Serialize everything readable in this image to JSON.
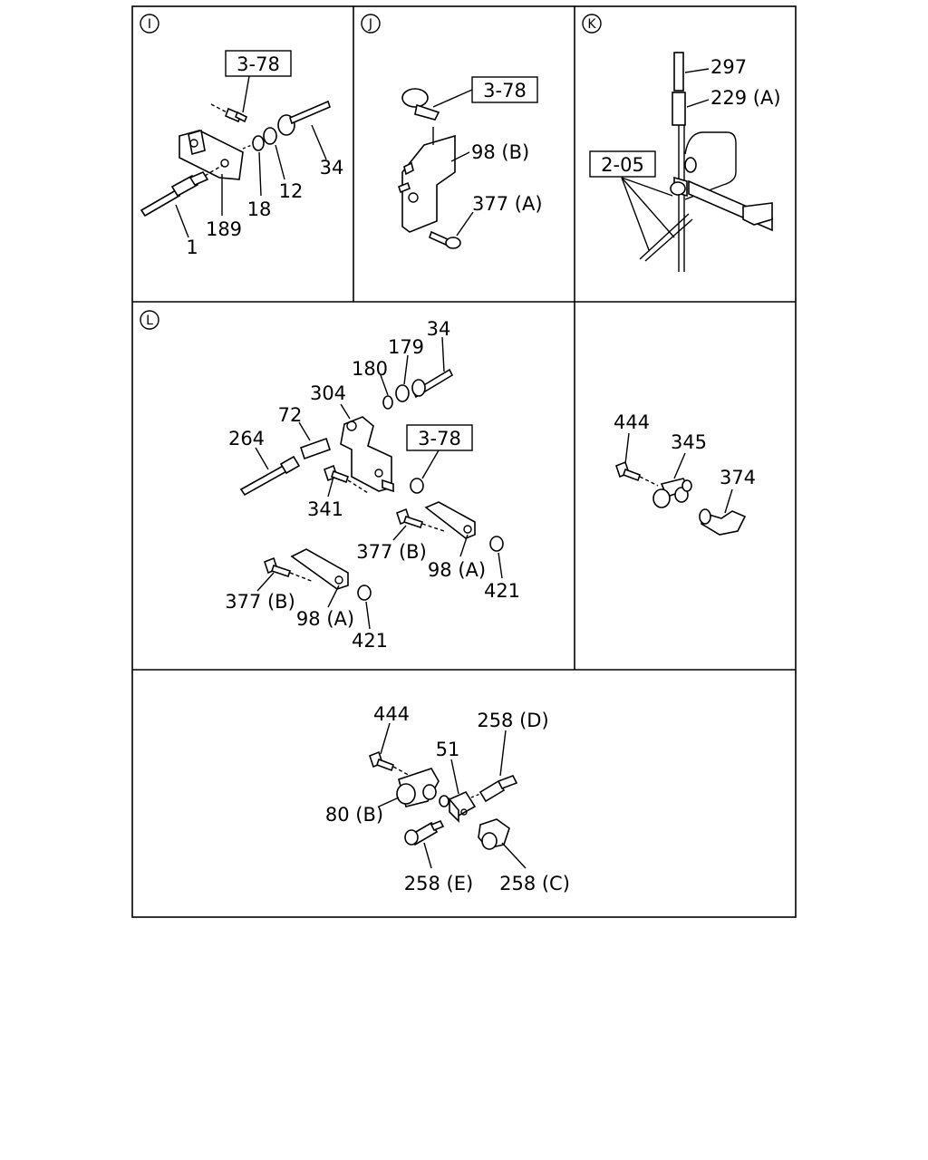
{
  "panels": {
    "I": {
      "id": "I",
      "labels": {
        "ref": "3-78",
        "p34": "34",
        "p12": "12",
        "p18": "18",
        "p189": "189",
        "p1": "1"
      }
    },
    "J": {
      "id": "J",
      "labels": {
        "ref": "3-78",
        "p98b": "98 (B)",
        "p377a": "377 (A)"
      }
    },
    "K": {
      "id": "K",
      "labels": {
        "p297": "297",
        "p229a": "229 (A)",
        "ref": "2-05"
      }
    },
    "L": {
      "id": "L",
      "labels": {
        "p34": "34",
        "p179": "179",
        "p180": "180",
        "p304": "304",
        "p72": "72",
        "p264": "264",
        "ref": "3-78",
        "p341": "341",
        "p377b_1": "377 (B)",
        "p98a_1": "98 (A)",
        "p421_1": "421",
        "p377b_2": "377 (B)",
        "p98a_2": "98 (A)",
        "p421_2": "421"
      }
    },
    "M": {
      "labels": {
        "p444": "444",
        "p345": "345",
        "p374": "374"
      }
    },
    "N": {
      "labels": {
        "p444": "444",
        "p258d": "258 (D)",
        "p51": "51",
        "p80b": "80 (B)",
        "p258e": "258 (E)",
        "p258c": "258 (C)"
      }
    }
  }
}
